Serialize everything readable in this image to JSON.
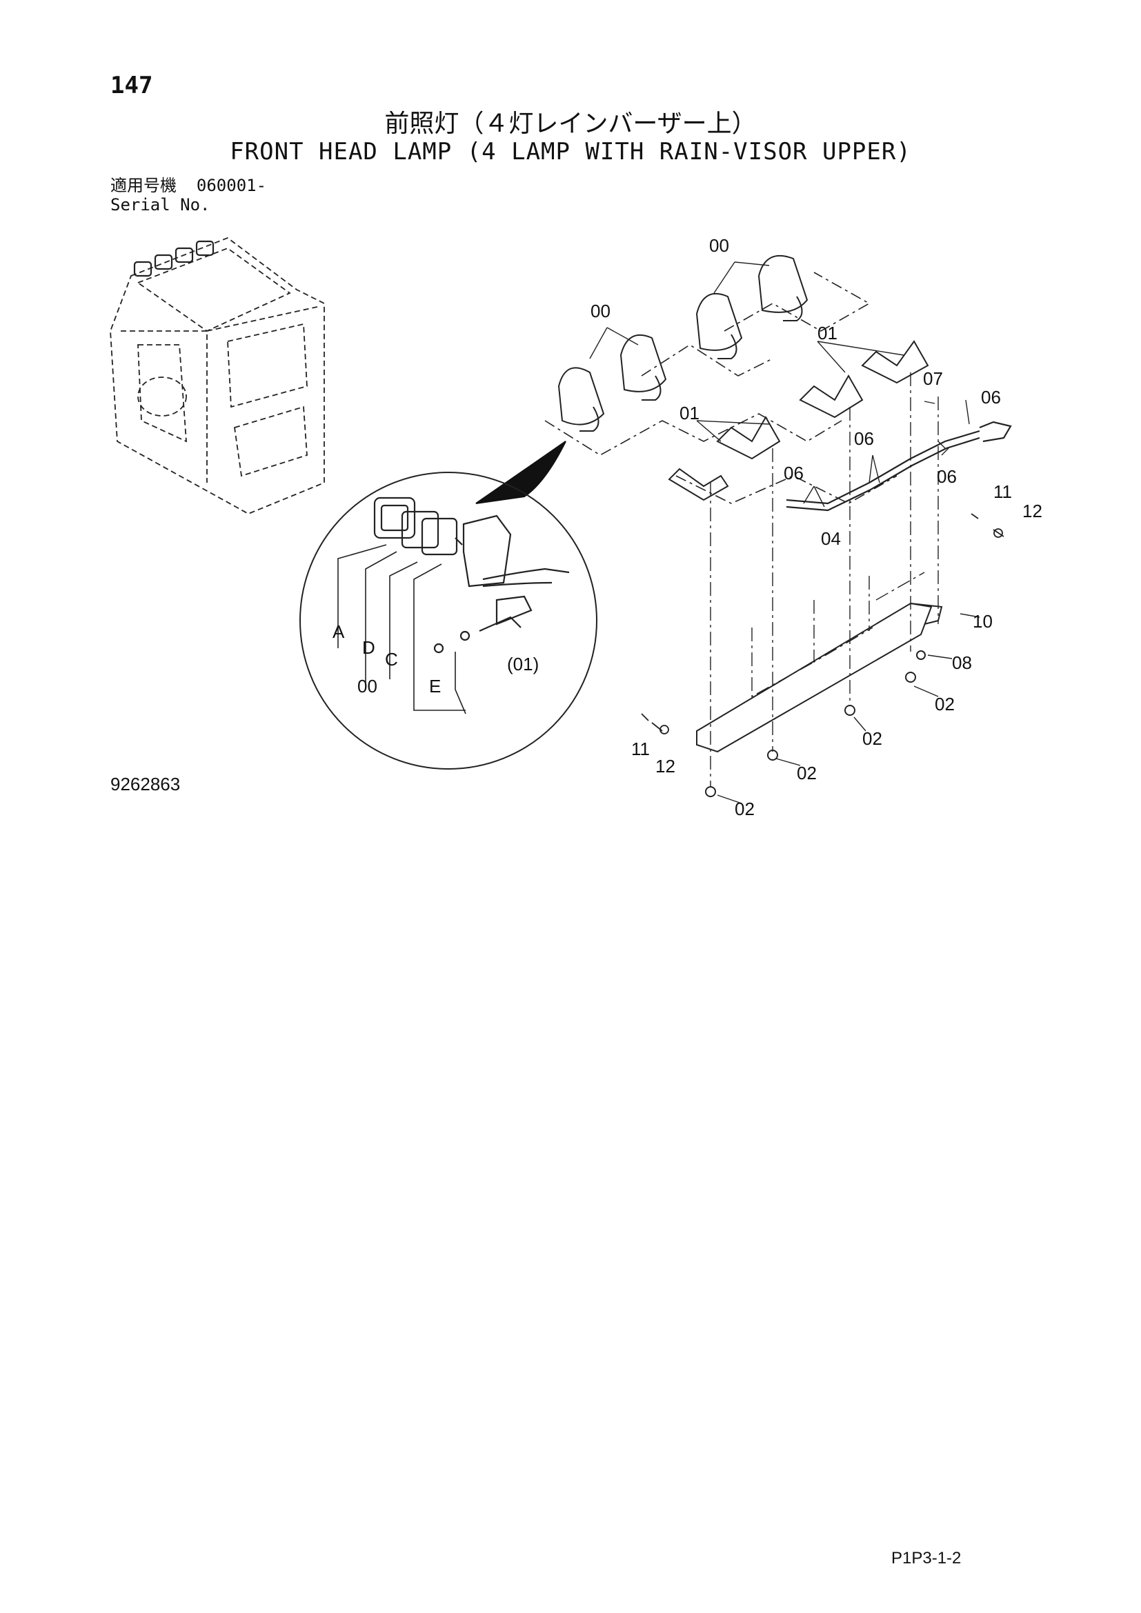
{
  "header": {
    "page_number": "147",
    "title_jp": "前照灯（４灯レインバーザー上）",
    "title_en": "FRONT HEAD LAMP (4 LAMP WITH RAIN-VISOR UPPER)",
    "serial_label_jp": "適用号機",
    "serial_value": "060001-",
    "serial_label_en": "Serial No."
  },
  "diagram": {
    "callouts": {
      "c00a": "00",
      "c00b": "00",
      "c01a": "01",
      "c01b": "01",
      "c07": "07",
      "c06a": "06",
      "c06b": "06",
      "c06c": "06",
      "c06d": "06",
      "c04": "04",
      "c11a": "11",
      "c12a": "12",
      "c10": "10",
      "c08": "08",
      "c02a": "02",
      "c02b": "02",
      "c02c": "02",
      "c02d": "02",
      "c11b": "11",
      "c12b": "12",
      "detail_A": "A",
      "detail_D": "D",
      "detail_C": "C",
      "detail_00": "00",
      "detail_E": "E",
      "detail_01": "(01)"
    }
  },
  "footer": {
    "drawing_number": "9262863",
    "page_code": "P1P3-1-2"
  }
}
